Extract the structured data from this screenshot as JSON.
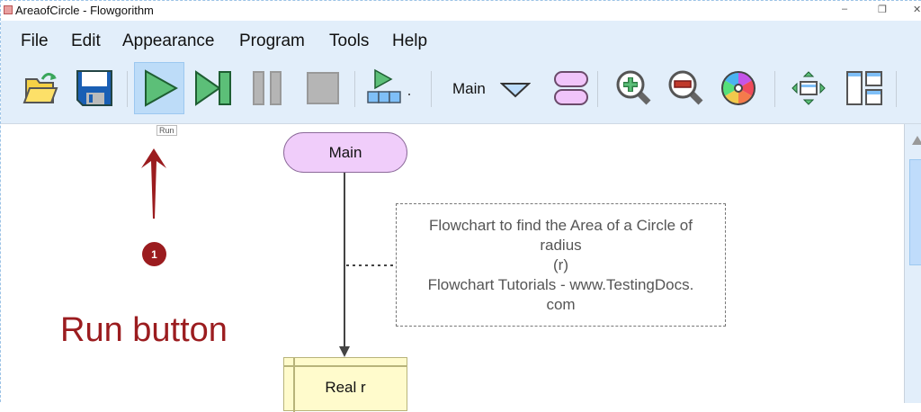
{
  "window": {
    "title": "AreaofCircle - Flowgorithm",
    "controls": [
      "minimize",
      "restore",
      "close"
    ]
  },
  "menu": [
    "File",
    "Edit",
    "Appearance",
    "Program",
    "Tools",
    "Help"
  ],
  "toolbar": {
    "buttons": [
      {
        "name": "open",
        "icon": "open-folder-icon"
      },
      {
        "name": "save",
        "icon": "floppy-disk-icon"
      },
      {
        "name": "run",
        "icon": "play-icon"
      },
      {
        "name": "step",
        "icon": "step-icon"
      },
      {
        "name": "pause",
        "icon": "pause-icon"
      },
      {
        "name": "stop",
        "icon": "stop-icon"
      },
      {
        "name": "run-speed",
        "icon": "speed-icon"
      }
    ],
    "function_select": "Main",
    "tooltip": "Run"
  },
  "annotation": {
    "badge": "1",
    "label": "Run button",
    "color": "#9b1c1f"
  },
  "flowchart": {
    "start": "Main",
    "comment_lines": [
      "Flowchart to find the Area of a Circle of",
      "radius",
      "(r)",
      "Flowchart Tutorials - www.TestingDocs.",
      "com"
    ],
    "declare": "Real r"
  },
  "colors": {
    "toolbar_bg": "#e2eefa",
    "terminal": "#f0cdfa",
    "declare": "#fffbcc",
    "run_green": "#5cbf78"
  }
}
